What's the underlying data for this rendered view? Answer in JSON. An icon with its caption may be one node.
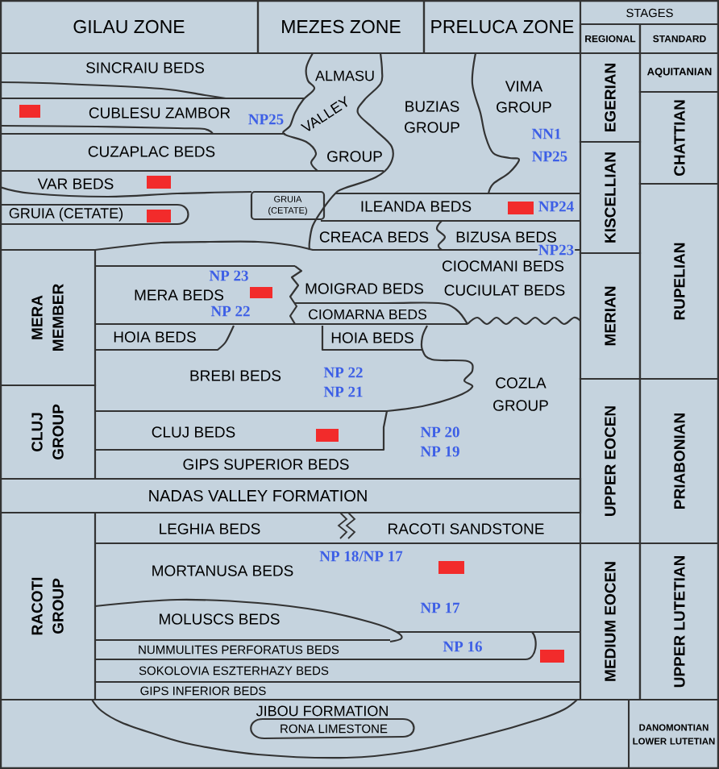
{
  "diagram": {
    "nodes": [
      {
        "text": [
          "GILAU ZONE"
        ]
      },
      {
        "text": [
          "MEZES ZONE"
        ]
      },
      {
        "text": [
          "PRELUCA ZONE"
        ]
      },
      {
        "text": [
          "STAGES"
        ]
      },
      {
        "text": [
          "REGIONAL"
        ]
      },
      {
        "text": [
          "STANDARD"
        ]
      },
      {
        "text": [
          "SINCRAIU BEDS"
        ]
      },
      {
        "text": [
          "CUBLESU ZAMBOR"
        ]
      },
      {
        "text": [
          "ALMASU",
          "VALLEY",
          "GROUP"
        ]
      },
      {
        "text": [
          "BUZIAS GROUP"
        ]
      },
      {
        "text": [
          "VIMA GROUP"
        ]
      },
      {
        "text": [
          "CUZAPLAC BEDS"
        ]
      },
      {
        "text": [
          "VAR BEDS"
        ]
      },
      {
        "text": [
          "GRUIA (CETATE)"
        ]
      },
      {
        "text": [
          "GRUIA (CETATE)"
        ]
      },
      {
        "text": [
          "ILEANDA BEDS"
        ]
      },
      {
        "text": [
          "CREACA BEDS"
        ]
      },
      {
        "text": [
          "BIZUSA BEDS"
        ]
      },
      {
        "text": [
          "MERA MEMBER"
        ]
      },
      {
        "text": [
          "CIOCMANI BEDS"
        ]
      },
      {
        "text": [
          "MERA BEDS"
        ]
      },
      {
        "text": [
          "MOIGRAD BEDS"
        ]
      },
      {
        "text": [
          "CUCIULAT BEDS"
        ]
      },
      {
        "text": [
          "CIOMARNA BEDS"
        ]
      },
      {
        "text": [
          "HOIA BEDS"
        ]
      },
      {
        "text": [
          "HOIA BEDS"
        ]
      },
      {
        "text": [
          "BREBI BEDS"
        ]
      },
      {
        "text": [
          "COZLA GROUP"
        ]
      },
      {
        "text": [
          "CLUJ GROUP"
        ]
      },
      {
        "text": [
          "CLUJ BEDS"
        ]
      },
      {
        "text": [
          "GIPS SUPERIOR BEDS"
        ]
      },
      {
        "text": [
          "NADAS VALLEY FORMATION"
        ]
      },
      {
        "text": [
          "RACOTI GROUP"
        ]
      },
      {
        "text": [
          "LEGHIA BEDS"
        ]
      },
      {
        "text": [
          "RACOTI SANDSTONE"
        ]
      },
      {
        "text": [
          "MORTANUSA BEDS"
        ]
      },
      {
        "text": [
          "MOLUSCS BEDS"
        ]
      },
      {
        "text": [
          "NUMMULITES PERFORATUS BEDS"
        ]
      },
      {
        "text": [
          "SOKOLOVIA ESZTERHAZY BEDS"
        ]
      },
      {
        "text": [
          "GIPS INFERIOR BEDS"
        ]
      },
      {
        "text": [
          "JIBOU FORMATION"
        ]
      },
      {
        "text": [
          "RONA LIMESTONE"
        ],
        "in": 40
      },
      {
        "text": [
          "EGERIAN"
        ]
      },
      {
        "text": [
          "KISCELLIAN"
        ]
      },
      {
        "text": [
          "MERIAN"
        ]
      },
      {
        "text": [
          "UPPER EOCEN"
        ]
      },
      {
        "text": [
          "MEDIUM EOCEN"
        ]
      },
      {
        "text": [
          "AQUITANIAN"
        ]
      },
      {
        "text": [
          "CHATTIAN"
        ]
      },
      {
        "text": [
          "RUPELIAN"
        ]
      },
      {
        "text": [
          "PRIABONIAN"
        ]
      },
      {
        "text": [
          "UPPER LUTETIAN"
        ]
      },
      {
        "text": [
          "DANOMONTIAN LOWER LUTETIAN"
        ]
      }
    ],
    "labels": [
      "NP25",
      "NN1",
      "NP25",
      "NP24",
      "NP23",
      "NP 23",
      "NP 22",
      "NP 22",
      "NP 21",
      "NP 20",
      "NP 19",
      "NP 18/NP 17",
      "NP 17",
      "NP 16"
    ]
  }
}
